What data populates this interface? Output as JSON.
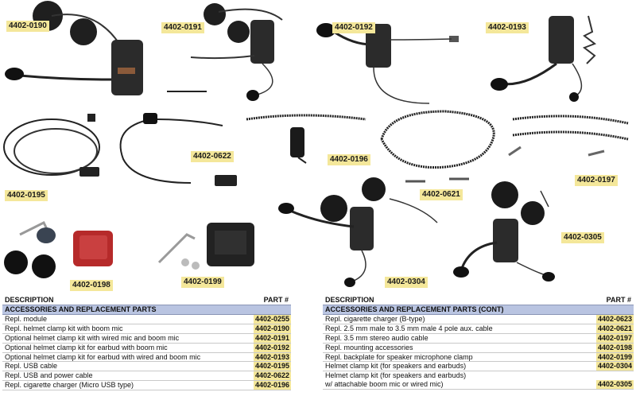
{
  "catalog": {
    "tags": [
      {
        "id": "tag-0190",
        "label": "4402-0190"
      },
      {
        "id": "tag-0191",
        "label": "4402-0191"
      },
      {
        "id": "tag-0192",
        "label": "4402-0192"
      },
      {
        "id": "tag-0193",
        "label": "4402-0193"
      },
      {
        "id": "tag-0195",
        "label": "4402-0195"
      },
      {
        "id": "tag-0622",
        "label": "4402-0622"
      },
      {
        "id": "tag-0196",
        "label": "4402-0196"
      },
      {
        "id": "tag-0621",
        "label": "4402-0621"
      },
      {
        "id": "tag-0197",
        "label": "4402-0197"
      },
      {
        "id": "tag-0198",
        "label": "4402-0198"
      },
      {
        "id": "tag-0199",
        "label": "4402-0199"
      },
      {
        "id": "tag-0304",
        "label": "4402-0304"
      },
      {
        "id": "tag-0305",
        "label": "4402-0305"
      }
    ]
  },
  "left_table": {
    "col_description": "DESCRIPTION",
    "col_part": "PART #",
    "section": "ACCESSORIES AND REPLACEMENT PARTS",
    "rows": [
      {
        "desc": "Repl. module",
        "part": "4402-0255"
      },
      {
        "desc": "Repl. helmet clamp kit with boom mic",
        "part": "4402-0190"
      },
      {
        "desc": "Optional helmet clamp kit with wired mic and boom mic",
        "part": "4402-0191"
      },
      {
        "desc": "Optional helmet clamp kit for earbud with boom mic",
        "part": "4402-0192"
      },
      {
        "desc": "Optional helmet clamp kit for earbud with wired and boom mic",
        "part": "4402-0193"
      },
      {
        "desc": "Repl. USB cable",
        "part": "4402-0195"
      },
      {
        "desc": "Repl. USB and power cable",
        "part": "4402-0622"
      },
      {
        "desc": "Repl. cigarette charger (Micro USB type)",
        "part": "4402-0196"
      }
    ]
  },
  "right_table": {
    "col_description": "DESCRIPTION",
    "col_part": "PART #",
    "section": "ACCESSORIES AND REPLACEMENT PARTS (CONT)",
    "rows": [
      {
        "desc": "Repl. cigarette charger (B-type)",
        "part": "4402-0623"
      },
      {
        "desc": "Repl. 2.5 mm male to 3.5 mm male 4 pole aux. cable",
        "part": "4402-0621"
      },
      {
        "desc": "Repl. 3.5 mm stereo audio cable",
        "part": "4402-0197"
      },
      {
        "desc": "Repl. mounting accessories",
        "part": "4402-0198"
      },
      {
        "desc": "Repl. backplate for speaker microphone clamp",
        "part": "4402-0199"
      },
      {
        "desc": "Helmet clamp kit (for speakers and earbuds)",
        "part": "4402-0304"
      },
      {
        "desc": "Helmet clamp kit (for speakers and earbuds)\n    w/ attachable boom mic or wired mic)",
        "part": "4402-0305"
      }
    ]
  },
  "colors": {
    "tag_bg": "#f4e79a",
    "section_bg": "#b9c4e1",
    "device": "#2b2b2b"
  }
}
